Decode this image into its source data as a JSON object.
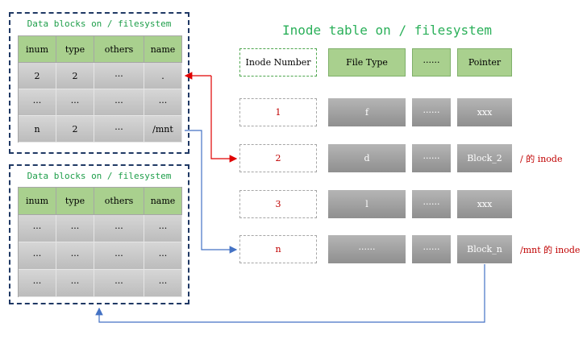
{
  "panels": [
    {
      "title": "Data blocks on / filesystem",
      "headers": [
        "inum",
        "type",
        "others",
        "name"
      ],
      "rows": [
        [
          "2",
          "2",
          "···",
          "."
        ],
        [
          "···",
          "···",
          "···",
          "···"
        ],
        [
          "n",
          "2",
          "···",
          "/mnt"
        ]
      ]
    },
    {
      "title": "Data blocks on / filesystem",
      "headers": [
        "inum",
        "type",
        "others",
        "name"
      ],
      "rows": [
        [
          "···",
          "···",
          "···",
          "···"
        ],
        [
          "···",
          "···",
          "···",
          "···"
        ],
        [
          "···",
          "···",
          "···",
          "···"
        ]
      ]
    }
  ],
  "inode_table": {
    "title": "Inode table on / filesystem",
    "headers": [
      "Inode Number",
      "File Type",
      "······",
      "Pointer"
    ],
    "rows": [
      {
        "number": "1",
        "type": "f",
        "dots": "······",
        "pointer": "xxx",
        "note": ""
      },
      {
        "number": "2",
        "type": "d",
        "dots": "······",
        "pointer": "Block_2",
        "note": "/ 的 inode"
      },
      {
        "number": "3",
        "type": "l",
        "dots": "······",
        "pointer": "xxx",
        "note": ""
      },
      {
        "number": "n",
        "type": "······",
        "dots": "······",
        "pointer": "Block_n",
        "note": "/mnt 的 inode"
      }
    ]
  },
  "colors": {
    "panel_border": "#1f3864",
    "header_green": "#a9d08e",
    "title_green": "#2bb05a",
    "red_arrow": "#e00000",
    "blue_arrow": "#4472c4",
    "number_red": "#c00000"
  }
}
